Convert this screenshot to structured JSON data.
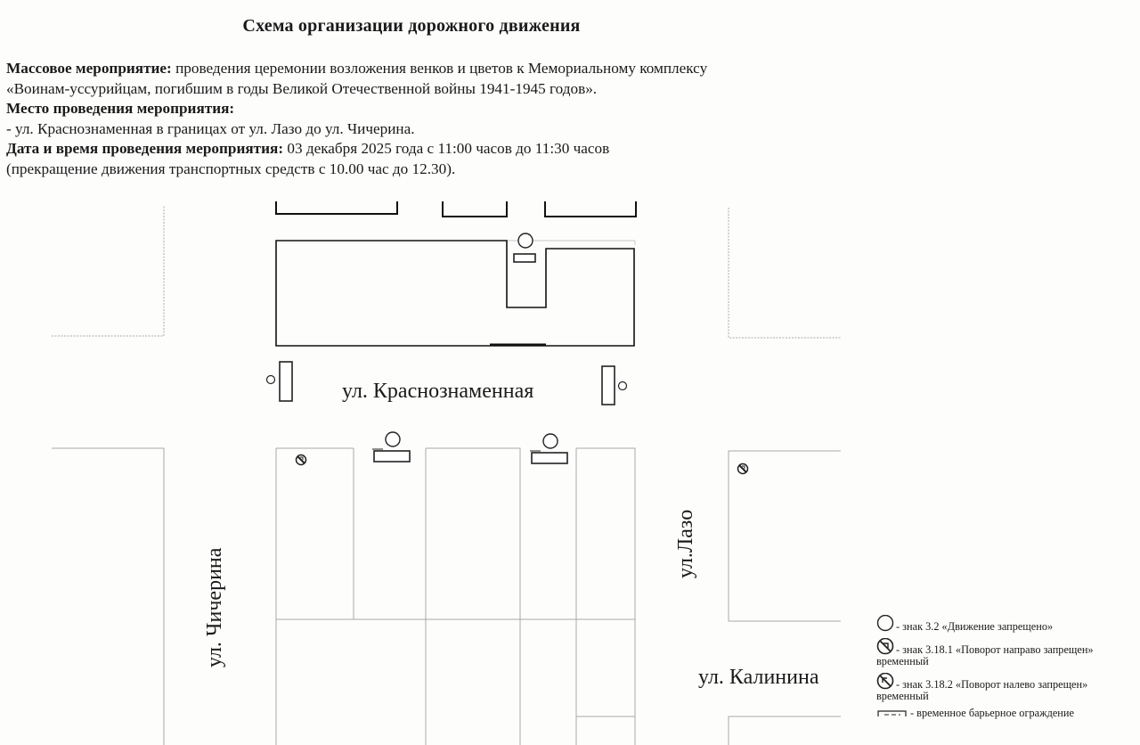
{
  "title": "Схема организации дорожного движения",
  "event": {
    "label": "Массовое мероприятие:",
    "text_line1": "проведения церемонии возложения венков и цветов к Мемориальному комплексу",
    "text_line2": "«Воинам-уссурийцам, погибшим в годы Великой Отечественной войны 1941-1945 годов»."
  },
  "place": {
    "label": "Место проведения мероприятия:",
    "text": "- ул. Краснознаменная в границах от ул. Лазо до ул. Чичерина."
  },
  "datetime": {
    "label": "Дата и время проведения мероприятия:",
    "text": "03 декабря 2025 года с 11:00 часов до 11:30 часов",
    "note": "(прекращение движения транспортных средств с 10.00 час до 12.30)."
  },
  "streets": {
    "krasnoznamennaya": "ул. Краснознаменная",
    "chicherina": "ул. Чичерина",
    "lazo": "ул.Лазо",
    "kalinina": "ул. Калинина"
  },
  "legend": [
    {
      "icon": "no-entry-sign-icon",
      "text": "- знак 3.2 «Движение запрещено»"
    },
    {
      "icon": "no-right-turn-sign-icon",
      "text": "- знак 3.18.1 «Поворот направо запрещен»",
      "note": "временный"
    },
    {
      "icon": "no-left-turn-sign-icon",
      "text": "- знак 3.18.2 «Поворот налево запрещен»",
      "note": "временный"
    },
    {
      "icon": "temporary-barrier-icon",
      "text": "- временное барьерное ограждение"
    }
  ]
}
